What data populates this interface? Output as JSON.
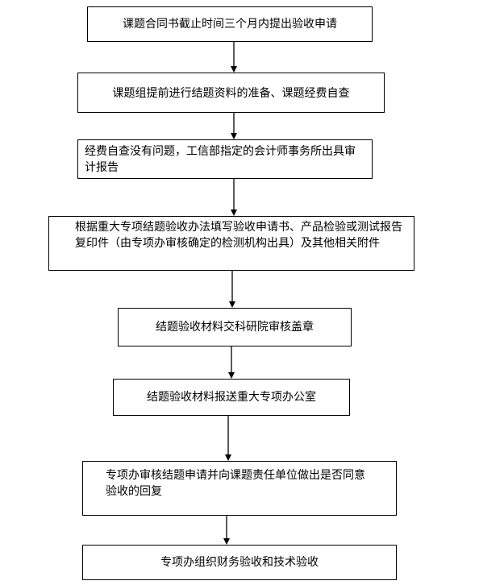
{
  "flowchart": {
    "steps": [
      {
        "text": "课题合同书截止时间三个月内提出验收申请"
      },
      {
        "text": "课题组提前进行结题资料的准备、课题经费自查"
      },
      {
        "text": "经费自查没有问题，工信部指定的会计师事务所出具审计报告"
      },
      {
        "text": "根据重大专项结题验收办法填写验收申请书、产品检验或测试报告复印件（由专项办审核确定的检测机构出具）及其他相关附件"
      },
      {
        "text": "结题验收材料交科研院审核盖章"
      },
      {
        "text": "结题验收材料报送重大专项办公室"
      },
      {
        "text": "专项办审核结题申请并向课题责任单位做出是否同意验收的回复"
      },
      {
        "text": "专项办组织财务验收和技术验收"
      }
    ]
  }
}
